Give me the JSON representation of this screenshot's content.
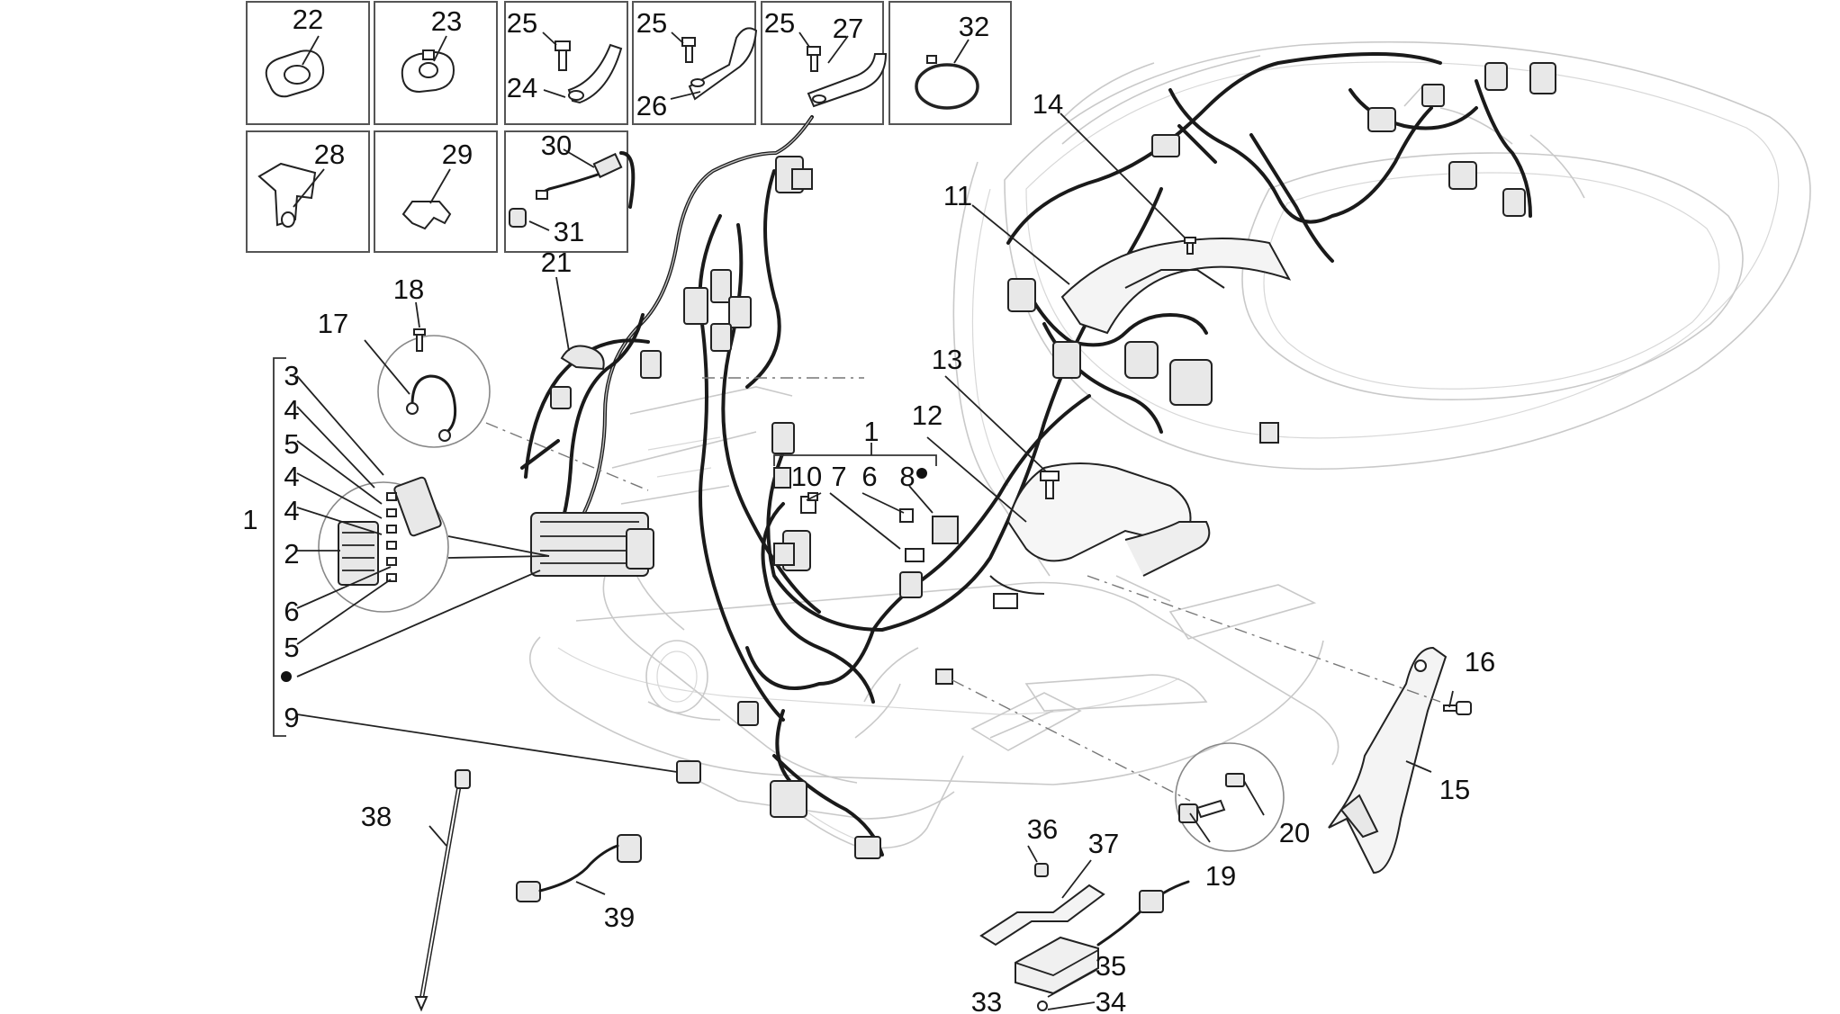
{
  "diagram": {
    "callouts": {
      "n1a": "1",
      "n1b": "1",
      "n2": "2",
      "n3": "3",
      "n4a": "4",
      "n4b": "4",
      "n4c": "4",
      "n5a": "5",
      "n5b": "5",
      "n6a": "6",
      "n6b": "6",
      "n7": "7",
      "n8": "8",
      "n9": "9",
      "n10": "10",
      "n11": "11",
      "n12": "12",
      "n13": "13",
      "n14": "14",
      "n15": "15",
      "n16": "16",
      "n17": "17",
      "n18": "18",
      "n19": "19",
      "n20": "20",
      "n21": "21",
      "n22": "22",
      "n23": "23",
      "n24": "24",
      "n25a": "25",
      "n25b": "25",
      "n25c": "25",
      "n26": "26",
      "n27": "27",
      "n28": "28",
      "n29": "29",
      "n30": "30",
      "n31": "31",
      "n32": "32",
      "n33": "33",
      "n34": "34",
      "n35": "35",
      "n36": "36",
      "n37": "37",
      "n38": "38",
      "n39": "39"
    }
  }
}
